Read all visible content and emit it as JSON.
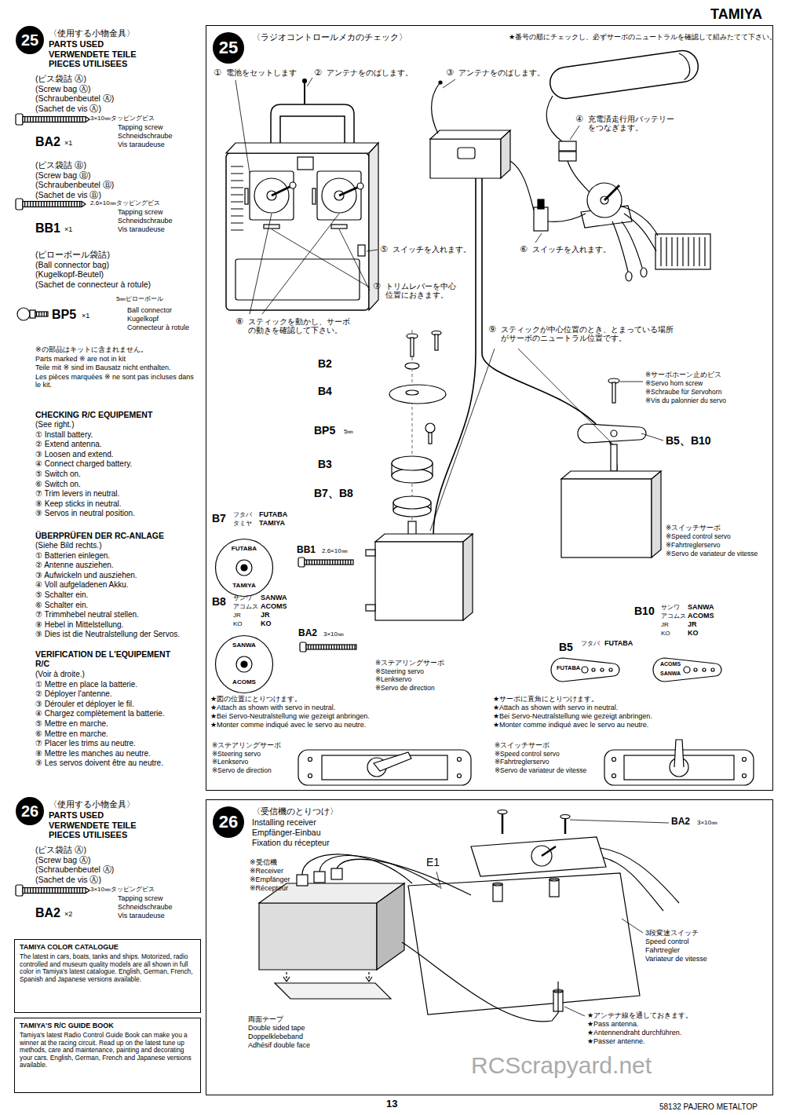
{
  "diagram": {
    "nodes": [
      {
        "text": [
          "25"
        ]
      },
      {
        "text": [
          "〈ラジオコントロールメカのチェック〉",
          "★番号の順にチェックし、必ずサーボのニュートラルを確認して組みたてて下さい。"
        ]
      },
      {
        "text": [
          "25"
        ],
        "in": 1
      },
      {
        "text": [
          "FUTABA",
          "TAMIYA"
        ],
        "in": 1
      },
      {
        "text": [
          "SANWA",
          "ACOMS"
        ],
        "in": 1
      },
      {
        "text": [
          "FUTABA"
        ],
        "in": 1
      },
      {
        "text": [
          "ACOMS",
          "SANWA"
        ],
        "in": 1
      },
      {
        "text": [
          "26"
        ]
      },
      {
        "text": [
          "〈受信機のとりつけ〉",
          "Installing receiver",
          "Empfänger-Einbau",
          "Fixation du récepteur"
        ]
      },
      {
        "text": [
          "26"
        ],
        "in": 8
      },
      {
        "text": [
          "TAMIYA COLOR CATALOGUE",
          "The latest in cars, boats, tanks and ships. Motorized, radio controlled and museum quality models are all shown in full color in Tamiya's latest catalogue. English, German, French, Spanish and Japanese versions available."
        ]
      },
      {
        "text": [
          "TAMIYA'S R/C GUIDE BOOK",
          "Tamiya's latest Radio Control Guide Book can make you a winner at the racing circuit. Read up on the latest tune up methods, care and maintenance, painting and decorating your cars. English, German, French and Japanese versions available."
        ]
      }
    ],
    "labels": [
      "〈使用する小物金具〉",
      "PARTS USED",
      "VERWENDETE TEILE",
      "PIECES UTILISEES",
      "(ビス袋詰 Ⓐ)",
      "(Screw bag Ⓐ)",
      "(Schraubenbeutel Ⓐ)",
      "(Sachet de vis Ⓐ)",
      "3×10㎜タッピングビス",
      "Tapping screw",
      "Schneidschraube",
      "Vis taraudeuse",
      "BA2",
      "×1",
      "(ビス袋詰 Ⓑ)",
      "(Screw bag Ⓑ)",
      "(Schraubenbeutel Ⓑ)",
      "(Sachet de vis Ⓑ)",
      "2.6×10㎜タッピングビス",
      "Tapping screw",
      "Schneidschraube",
      "Vis taraudeuse",
      "BB1",
      "×1",
      "(ピローボール袋詰)",
      "(Ball connector bag)",
      "(Kugelkopf-Beutel)",
      "(Sachet de connecteur à rotule)",
      "5㎜ピローボール",
      "BP5",
      "×1",
      "Ball connector",
      "Kugelkopf",
      "Connecteur à rotule",
      "※の部品はキットに含まれません。",
      "Parts marked ※ are not in kit",
      "Teile mit ※ sind im Bausatz nicht enthalten.",
      "Les pièces marquées ※ ne sont pas incluses dans le kit.",
      "CHECKING R/C EQUIPEMENT",
      "(See right.)",
      "① Install battery.",
      "② Extend antenna.",
      "③ Loosen and extend.",
      "④ Connect charged battery.",
      "⑤ Switch on.",
      "⑥ Switch on.",
      "⑦ Trim levers in neutral.",
      "⑧ Keep sticks in neutral.",
      "⑨ Servos in neutral position.",
      "ÜBERPRÜFEN DER RC-ANLAGE",
      "(Siehe Bild rechts.)",
      "① Batterien einlegen.",
      "② Antenne ausziehen.",
      "③ Aufwickeln und ausziehen.",
      "④ Voll aufgeladenen Akku.",
      "⑤ Schalter ein.",
      "⑥ Schalter ein.",
      "⑦ Trimmhebel neutral stellen.",
      "⑧ Hebel in Mittelstellung.",
      "⑨ Dies ist die Neutralstellung der Servos.",
      "VERIFICATION DE L'EQUIPEMENT R/C",
      "(Voir à droite.)",
      "① Mettre en place la batterie.",
      "② Déployer l'antenne.",
      "③ Dérouler et déployer le fil.",
      "④ Chargez complètement la batterie.",
      "⑤ Mettre en marche.",
      "⑥ Mettre en marche.",
      "⑦ Placer les trims au neutre.",
      "⑧ Mettre les manches au neutre.",
      "⑨ Les servos doivent être au neutre.",
      "〈使用する小物金具〉",
      "PARTS USED",
      "VERWENDETE TEILE",
      "PIECES UTILISEES",
      "(ビス袋詰 Ⓐ)",
      "(Screw bag Ⓐ)",
      "(Schraubenbeutel Ⓐ)",
      "(Sachet de vis Ⓐ)",
      "3×10㎜タッピングビス",
      "Tapping screw",
      "Schneidschraube",
      "Vis taraudeuse",
      "BA2",
      "×2",
      "TAMIYA",
      "13",
      "58132 PAJERO METALTOP",
      "RCScrapyard.net",
      "①",
      "電池をセットします",
      "②",
      "アンテナをのばします。",
      "③",
      "アンテナをのばします。",
      "④",
      "充電済走行用バッテリーをつなぎます。",
      "⑤",
      "スイッチを入れます。",
      "⑥",
      "スイッチを入れます。",
      "⑦",
      "トリムレバーを中心位置におきます。",
      "⑧",
      "スティックを動かし、サーボの動きを確認して下さい。",
      "⑨",
      "スティックが中心位置のとき、とまっている場所がサーボのニュートラル位置です。",
      "B2",
      "B4",
      "BP5",
      "5㎜",
      "B3",
      "B7、B8",
      "B7",
      "フタバ",
      "FUTABA",
      "タミヤ",
      "TAMIYA",
      "BB1",
      "2.6×10㎜",
      "B8",
      "サンワ",
      "SANWA",
      "アコムス",
      "ACOMS",
      "JR",
      "JR",
      "KO",
      "KO",
      "BA2",
      "3×10㎜",
      "※ステアリングサーボ",
      "※Steering servo",
      "※Lenkservo",
      "※Servo de direction",
      "★図の位置にとりつけます。",
      "★Attach as shown with servo in neutral.",
      "★Bei Servo-Neutralstellung wie gezeigt anbringen.",
      "★Monter comme indiqué avec le servo au neutre.",
      "※ステアリングサーボ",
      "※Steering servo",
      "※Lenkservo",
      "※Servo de direction",
      "※サーボホーン止めビス",
      "※Servo horn screw",
      "※Schraube für Servohorn",
      "※Vis du palonnier du servo",
      "B5、B10",
      "※スイッチサーボ",
      "※Speed control servo",
      "※Fahrtreglerservo",
      "※Servo de variateur de vitesse",
      "B5",
      "フタバ",
      "FUTABA",
      "B10",
      "サンワ",
      "SANWA",
      "アコムス",
      "ACOMS",
      "JR",
      "JR",
      "KO",
      "KO",
      "★サーボに直角にとりつけます。",
      "★Attach as shown with servo in neutral.",
      "★Bei Servo-Neutralstellung wie gezeigt anbringen.",
      "★Monter comme indiqué avec le servo au neutre.",
      "※スイッチサーボ",
      "※Speed control servo",
      "※Fahrtreglerservo",
      "※Servo de variateur de vitesse",
      "BA2",
      "3×10㎜",
      "※受信機",
      "※Receiver",
      "※Empfänger",
      "※Récepteur",
      "E1",
      "3段変速スイッチ",
      "Speed control",
      "Fahrtregler",
      "Variateur de vitesse",
      "両面テープ",
      "Double sided tape",
      "Doppelklebeband",
      "Adhésif double face",
      "★アンテナ線を通しておきます。",
      "★Pass antenna.",
      "★Antennendraht durchführen.",
      "★Passer antenne."
    ]
  }
}
